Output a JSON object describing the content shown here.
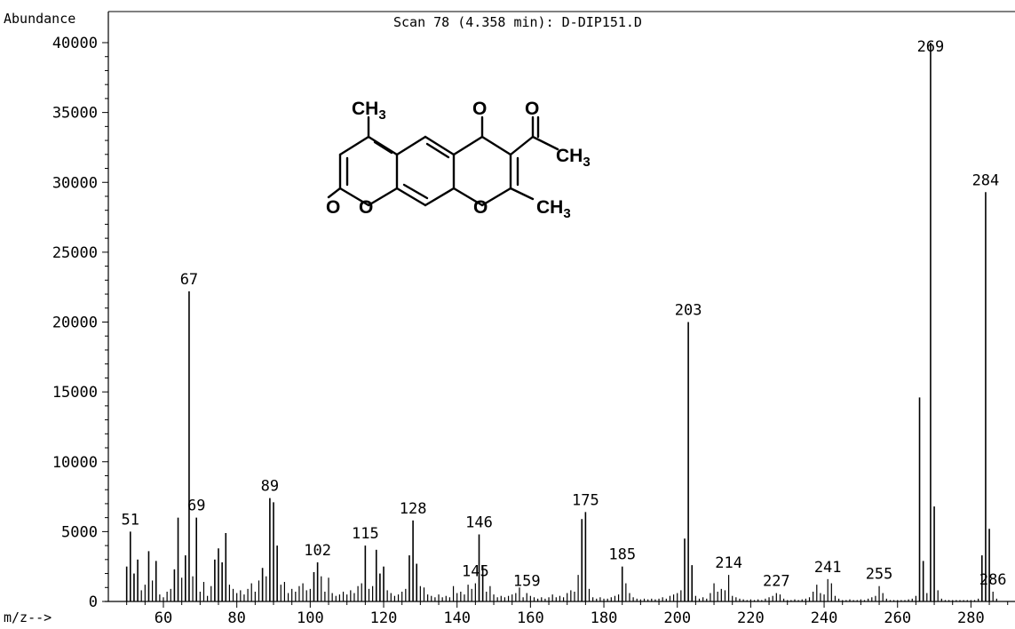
{
  "chart_data": {
    "type": "bar",
    "title": "Scan 78 (4.358 min): D-DIP151.D",
    "ylabel": "Abundance",
    "xlabel": "m/z-->",
    "xlim": [
      45,
      292
    ],
    "ylim": [
      0,
      40000
    ],
    "x_ticks": [
      60,
      80,
      100,
      120,
      140,
      160,
      180,
      200,
      220,
      240,
      260,
      280
    ],
    "y_ticks": [
      0,
      5000,
      10000,
      15000,
      20000,
      25000,
      30000,
      35000,
      40000
    ],
    "grid": false,
    "bar_color": "#000000",
    "peaks": [
      {
        "x": 50,
        "y": 2500
      },
      {
        "x": 51,
        "y": 5000,
        "label": "51"
      },
      {
        "x": 52,
        "y": 2000
      },
      {
        "x": 53,
        "y": 3000
      },
      {
        "x": 54,
        "y": 800
      },
      {
        "x": 55,
        "y": 1200
      },
      {
        "x": 56,
        "y": 3600
      },
      {
        "x": 57,
        "y": 1500
      },
      {
        "x": 58,
        "y": 2900
      },
      {
        "x": 59,
        "y": 500
      },
      {
        "x": 60,
        "y": 300
      },
      {
        "x": 61,
        "y": 700
      },
      {
        "x": 62,
        "y": 900
      },
      {
        "x": 63,
        "y": 2300
      },
      {
        "x": 64,
        "y": 6000
      },
      {
        "x": 65,
        "y": 1700
      },
      {
        "x": 66,
        "y": 3300
      },
      {
        "x": 67,
        "y": 22200,
        "label": "67"
      },
      {
        "x": 68,
        "y": 1800
      },
      {
        "x": 69,
        "y": 6000,
        "label": "69"
      },
      {
        "x": 70,
        "y": 700
      },
      {
        "x": 71,
        "y": 1400
      },
      {
        "x": 72,
        "y": 400
      },
      {
        "x": 73,
        "y": 1100
      },
      {
        "x": 74,
        "y": 3000
      },
      {
        "x": 75,
        "y": 3800
      },
      {
        "x": 76,
        "y": 2800
      },
      {
        "x": 77,
        "y": 4900
      },
      {
        "x": 78,
        "y": 1200
      },
      {
        "x": 79,
        "y": 900
      },
      {
        "x": 80,
        "y": 600
      },
      {
        "x": 81,
        "y": 800
      },
      {
        "x": 82,
        "y": 500
      },
      {
        "x": 83,
        "y": 900
      },
      {
        "x": 84,
        "y": 1300
      },
      {
        "x": 85,
        "y": 700
      },
      {
        "x": 86,
        "y": 1500
      },
      {
        "x": 87,
        "y": 2400
      },
      {
        "x": 88,
        "y": 1800
      },
      {
        "x": 89,
        "y": 7400,
        "label": "89"
      },
      {
        "x": 90,
        "y": 7100
      },
      {
        "x": 91,
        "y": 4000
      },
      {
        "x": 92,
        "y": 1200
      },
      {
        "x": 93,
        "y": 1400
      },
      {
        "x": 94,
        "y": 600
      },
      {
        "x": 95,
        "y": 900
      },
      {
        "x": 96,
        "y": 700
      },
      {
        "x": 97,
        "y": 1100
      },
      {
        "x": 98,
        "y": 1300
      },
      {
        "x": 99,
        "y": 800
      },
      {
        "x": 100,
        "y": 900
      },
      {
        "x": 101,
        "y": 2100
      },
      {
        "x": 102,
        "y": 2800,
        "label": "102"
      },
      {
        "x": 103,
        "y": 1800
      },
      {
        "x": 104,
        "y": 700
      },
      {
        "x": 105,
        "y": 1700
      },
      {
        "x": 106,
        "y": 600
      },
      {
        "x": 107,
        "y": 400
      },
      {
        "x": 108,
        "y": 500
      },
      {
        "x": 109,
        "y": 700
      },
      {
        "x": 110,
        "y": 500
      },
      {
        "x": 111,
        "y": 800
      },
      {
        "x": 112,
        "y": 600
      },
      {
        "x": 113,
        "y": 1100
      },
      {
        "x": 114,
        "y": 1300
      },
      {
        "x": 115,
        "y": 4000,
        "label": "115"
      },
      {
        "x": 116,
        "y": 900
      },
      {
        "x": 117,
        "y": 1100
      },
      {
        "x": 118,
        "y": 3700
      },
      {
        "x": 119,
        "y": 2000
      },
      {
        "x": 120,
        "y": 2500
      },
      {
        "x": 121,
        "y": 800
      },
      {
        "x": 122,
        "y": 600
      },
      {
        "x": 123,
        "y": 400
      },
      {
        "x": 124,
        "y": 500
      },
      {
        "x": 125,
        "y": 700
      },
      {
        "x": 126,
        "y": 900
      },
      {
        "x": 127,
        "y": 3300
      },
      {
        "x": 128,
        "y": 5800,
        "label": "128"
      },
      {
        "x": 129,
        "y": 2700
      },
      {
        "x": 130,
        "y": 1100
      },
      {
        "x": 131,
        "y": 1000
      },
      {
        "x": 132,
        "y": 500
      },
      {
        "x": 133,
        "y": 400
      },
      {
        "x": 134,
        "y": 300
      },
      {
        "x": 135,
        "y": 500
      },
      {
        "x": 136,
        "y": 300
      },
      {
        "x": 137,
        "y": 400
      },
      {
        "x": 138,
        "y": 300
      },
      {
        "x": 139,
        "y": 1100
      },
      {
        "x": 140,
        "y": 600
      },
      {
        "x": 141,
        "y": 700
      },
      {
        "x": 142,
        "y": 500
      },
      {
        "x": 143,
        "y": 1200
      },
      {
        "x": 144,
        "y": 900
      },
      {
        "x": 145,
        "y": 1300,
        "label": "145"
      },
      {
        "x": 146,
        "y": 4800,
        "label": "146"
      },
      {
        "x": 147,
        "y": 2600
      },
      {
        "x": 148,
        "y": 700
      },
      {
        "x": 149,
        "y": 1100
      },
      {
        "x": 150,
        "y": 500
      },
      {
        "x": 151,
        "y": 300
      },
      {
        "x": 152,
        "y": 400
      },
      {
        "x": 153,
        "y": 300
      },
      {
        "x": 154,
        "y": 400
      },
      {
        "x": 155,
        "y": 500
      },
      {
        "x": 156,
        "y": 600
      },
      {
        "x": 157,
        "y": 1000
      },
      {
        "x": 158,
        "y": 300
      },
      {
        "x": 159,
        "y": 600,
        "label": "159"
      },
      {
        "x": 160,
        "y": 400
      },
      {
        "x": 161,
        "y": 300
      },
      {
        "x": 162,
        "y": 200
      },
      {
        "x": 163,
        "y": 300
      },
      {
        "x": 164,
        "y": 200
      },
      {
        "x": 165,
        "y": 300
      },
      {
        "x": 166,
        "y": 500
      },
      {
        "x": 167,
        "y": 300
      },
      {
        "x": 168,
        "y": 400
      },
      {
        "x": 169,
        "y": 300
      },
      {
        "x": 170,
        "y": 600
      },
      {
        "x": 171,
        "y": 800
      },
      {
        "x": 172,
        "y": 700
      },
      {
        "x": 173,
        "y": 1900
      },
      {
        "x": 174,
        "y": 5900
      },
      {
        "x": 175,
        "y": 6400,
        "label": "175"
      },
      {
        "x": 176,
        "y": 900
      },
      {
        "x": 177,
        "y": 300
      },
      {
        "x": 178,
        "y": 200
      },
      {
        "x": 179,
        "y": 300
      },
      {
        "x": 180,
        "y": 200
      },
      {
        "x": 181,
        "y": 200
      },
      {
        "x": 182,
        "y": 300
      },
      {
        "x": 183,
        "y": 400
      },
      {
        "x": 184,
        "y": 500
      },
      {
        "x": 185,
        "y": 2500,
        "label": "185"
      },
      {
        "x": 186,
        "y": 1300
      },
      {
        "x": 187,
        "y": 600
      },
      {
        "x": 188,
        "y": 300
      },
      {
        "x": 189,
        "y": 200
      },
      {
        "x": 190,
        "y": 150
      },
      {
        "x": 191,
        "y": 200
      },
      {
        "x": 192,
        "y": 150
      },
      {
        "x": 193,
        "y": 200
      },
      {
        "x": 194,
        "y": 150
      },
      {
        "x": 195,
        "y": 200
      },
      {
        "x": 196,
        "y": 300
      },
      {
        "x": 197,
        "y": 200
      },
      {
        "x": 198,
        "y": 400
      },
      {
        "x": 199,
        "y": 500
      },
      {
        "x": 200,
        "y": 600
      },
      {
        "x": 201,
        "y": 800
      },
      {
        "x": 202,
        "y": 4500
      },
      {
        "x": 203,
        "y": 20000,
        "label": "203"
      },
      {
        "x": 204,
        "y": 2600
      },
      {
        "x": 205,
        "y": 400
      },
      {
        "x": 206,
        "y": 200
      },
      {
        "x": 207,
        "y": 300
      },
      {
        "x": 208,
        "y": 200
      },
      {
        "x": 209,
        "y": 600
      },
      {
        "x": 210,
        "y": 1300
      },
      {
        "x": 211,
        "y": 700
      },
      {
        "x": 212,
        "y": 900
      },
      {
        "x": 213,
        "y": 800
      },
      {
        "x": 214,
        "y": 1900,
        "label": "214"
      },
      {
        "x": 215,
        "y": 400
      },
      {
        "x": 216,
        "y": 300
      },
      {
        "x": 217,
        "y": 200
      },
      {
        "x": 218,
        "y": 150
      },
      {
        "x": 219,
        "y": 100
      },
      {
        "x": 220,
        "y": 150
      },
      {
        "x": 221,
        "y": 100
      },
      {
        "x": 222,
        "y": 150
      },
      {
        "x": 223,
        "y": 100
      },
      {
        "x": 224,
        "y": 200
      },
      {
        "x": 225,
        "y": 300
      },
      {
        "x": 226,
        "y": 400
      },
      {
        "x": 227,
        "y": 600,
        "label": "227"
      },
      {
        "x": 228,
        "y": 500
      },
      {
        "x": 229,
        "y": 200
      },
      {
        "x": 230,
        "y": 100
      },
      {
        "x": 231,
        "y": 100
      },
      {
        "x": 232,
        "y": 150
      },
      {
        "x": 233,
        "y": 100
      },
      {
        "x": 234,
        "y": 150
      },
      {
        "x": 235,
        "y": 200
      },
      {
        "x": 236,
        "y": 300
      },
      {
        "x": 237,
        "y": 700
      },
      {
        "x": 238,
        "y": 1200
      },
      {
        "x": 239,
        "y": 600
      },
      {
        "x": 240,
        "y": 500
      },
      {
        "x": 241,
        "y": 1600,
        "label": "241"
      },
      {
        "x": 242,
        "y": 1300
      },
      {
        "x": 243,
        "y": 400
      },
      {
        "x": 244,
        "y": 200
      },
      {
        "x": 245,
        "y": 100
      },
      {
        "x": 246,
        "y": 100
      },
      {
        "x": 247,
        "y": 150
      },
      {
        "x": 248,
        "y": 100
      },
      {
        "x": 249,
        "y": 100
      },
      {
        "x": 250,
        "y": 150
      },
      {
        "x": 251,
        "y": 100
      },
      {
        "x": 252,
        "y": 200
      },
      {
        "x": 253,
        "y": 300
      },
      {
        "x": 254,
        "y": 400
      },
      {
        "x": 255,
        "y": 1100,
        "label": "255"
      },
      {
        "x": 256,
        "y": 600
      },
      {
        "x": 257,
        "y": 200
      },
      {
        "x": 258,
        "y": 100
      },
      {
        "x": 259,
        "y": 100
      },
      {
        "x": 260,
        "y": 100
      },
      {
        "x": 261,
        "y": 100
      },
      {
        "x": 262,
        "y": 100
      },
      {
        "x": 263,
        "y": 150
      },
      {
        "x": 264,
        "y": 200
      },
      {
        "x": 265,
        "y": 400
      },
      {
        "x": 266,
        "y": 14600
      },
      {
        "x": 267,
        "y": 2900
      },
      {
        "x": 268,
        "y": 600
      },
      {
        "x": 269,
        "y": 40000,
        "label": "269"
      },
      {
        "x": 270,
        "y": 6800
      },
      {
        "x": 271,
        "y": 800
      },
      {
        "x": 272,
        "y": 200
      },
      {
        "x": 273,
        "y": 100
      },
      {
        "x": 274,
        "y": 100
      },
      {
        "x": 275,
        "y": 100
      },
      {
        "x": 276,
        "y": 100
      },
      {
        "x": 277,
        "y": 100
      },
      {
        "x": 278,
        "y": 100
      },
      {
        "x": 279,
        "y": 100
      },
      {
        "x": 280,
        "y": 100
      },
      {
        "x": 281,
        "y": 100
      },
      {
        "x": 282,
        "y": 200
      },
      {
        "x": 283,
        "y": 3300
      },
      {
        "x": 284,
        "y": 29300,
        "label": "284"
      },
      {
        "x": 285,
        "y": 5200
      },
      {
        "x": 286,
        "y": 700,
        "label": "286"
      },
      {
        "x": 287,
        "y": 200
      }
    ]
  },
  "structure": {
    "labels": [
      "CH3",
      "O",
      "O",
      "CH3",
      "O",
      "O",
      "O",
      "CH3"
    ]
  }
}
